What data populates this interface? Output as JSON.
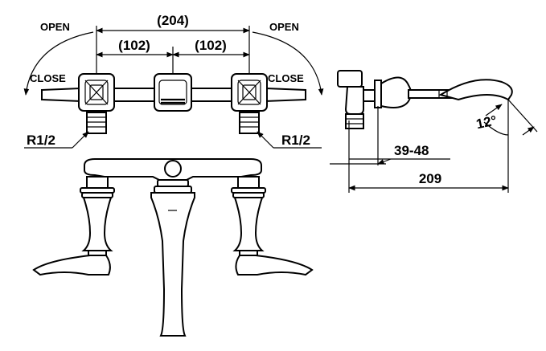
{
  "labels": {
    "open_left": "OPEN",
    "open_right": "OPEN",
    "close_left": "CLOSE",
    "close_right": "CLOSE",
    "overall_width": "(204)",
    "half_width_left": "(102)",
    "half_width_right": "(102)",
    "thread_left": "R1/2",
    "thread_right": "R1/2",
    "deck_range": "39-48",
    "spout_reach": "209",
    "spout_angle": "12°"
  }
}
